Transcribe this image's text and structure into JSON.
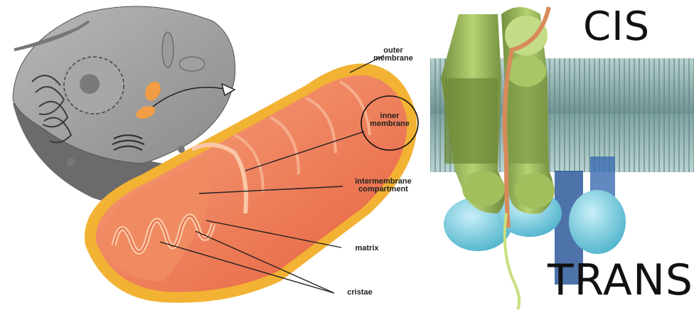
{
  "left_panel": {
    "labels": {
      "outer_membrane": [
        "outer",
        "membrane"
      ],
      "inner_membrane": [
        "inner",
        "membrane"
      ],
      "intermembrane": [
        "intermembrane",
        "compartment"
      ],
      "matrix": "matrix",
      "cristae": "cristae"
    }
  },
  "right_panel": {
    "cis": "CIS",
    "trans": "TRANS"
  },
  "colors": {
    "mito_outer": "#f2b233",
    "mito_body": "#ef7c58",
    "mito_stripe": "#f6a77f",
    "cell_gray": "#8f8f8f",
    "membrane_teal": "#8fb3b1",
    "protein_green": "#a9c566",
    "protein_cyan": "#7fd1e2",
    "strand": "#d98a5a"
  }
}
